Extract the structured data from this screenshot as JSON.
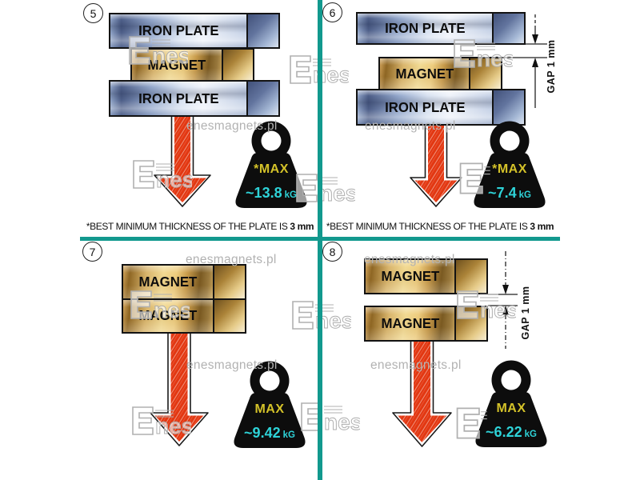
{
  "brand": {
    "site": "enesmagnets.pl",
    "logo_text": "nes"
  },
  "colors": {
    "divider": "#12998e",
    "arrow_red": "#e8381a",
    "weight_black": "#0d0d0d",
    "max_yellow": "#d4c229",
    "value_cyan": "#2ed3d8"
  },
  "panels": {
    "p5": {
      "number": "5",
      "plate_top": "IRON PLATE",
      "magnet": "MAGNET",
      "plate_bottom": "IRON PLATE",
      "weight": {
        "label": "*MAX",
        "value": "~13.8",
        "unit": "kG"
      },
      "footnote": {
        "text": "*BEST MINIMUM THICKNESS OF THE PLATE IS ",
        "bold": "3 mm"
      }
    },
    "p6": {
      "number": "6",
      "plate_top": "IRON PLATE",
      "magnet": "MAGNET",
      "plate_bottom": "IRON PLATE",
      "gap_label": "GAP 1 mm",
      "weight": {
        "label": "*MAX",
        "value": "~7.4",
        "unit": "kG"
      },
      "footnote": {
        "text": "*BEST MINIMUM THICKNESS OF THE PLATE IS ",
        "bold": "3 mm"
      }
    },
    "p7": {
      "number": "7",
      "magnet_top": "MAGNET",
      "magnet_bottom": "MAGNET",
      "weight": {
        "label": "MAX",
        "value": "~9.42",
        "unit": "kG"
      }
    },
    "p8": {
      "number": "8",
      "magnet_top": "MAGNET",
      "magnet_bottom": "MAGNET",
      "gap_label": "GAP 1 mm",
      "weight": {
        "label": "MAX",
        "value": "~6.22",
        "unit": "kG"
      }
    }
  }
}
